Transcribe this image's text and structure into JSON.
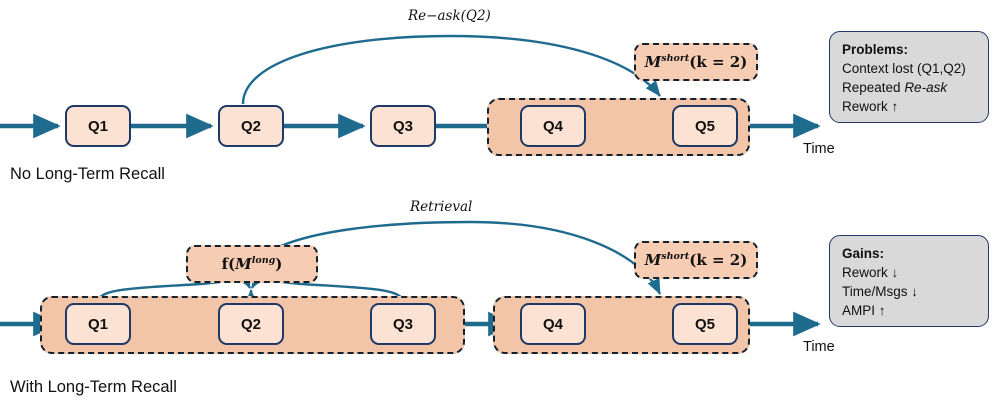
{
  "diagram": {
    "rows": [
      {
        "id": "no-recall",
        "caption": "No Long-Term Recall",
        "axis_label": "Time",
        "nodes": [
          {
            "id": "q1",
            "label": "Q1"
          },
          {
            "id": "q2",
            "label": "Q2"
          },
          {
            "id": "q3",
            "label": "Q3"
          },
          {
            "id": "q4",
            "label": "Q4"
          },
          {
            "id": "q5",
            "label": "Q5"
          }
        ],
        "edge_label": "Re−ask(Q2)",
        "memory_chip": {
          "base": "M",
          "sup": "short",
          "arg": "(k = 2)"
        },
        "panel": {
          "title": "Problems:",
          "lines": [
            {
              "text": "Context lost (Q1,Q2)",
              "italic_part": ""
            },
            {
              "text": "Repeated ",
              "italic_part": "Re-ask"
            },
            {
              "text": "Rework ↑",
              "italic_part": ""
            }
          ]
        }
      },
      {
        "id": "with-recall",
        "caption": "With Long-Term Recall",
        "axis_label": "Time",
        "nodes": [
          {
            "id": "q1",
            "label": "Q1"
          },
          {
            "id": "q2",
            "label": "Q2"
          },
          {
            "id": "q3",
            "label": "Q3"
          },
          {
            "id": "q4",
            "label": "Q4"
          },
          {
            "id": "q5",
            "label": "Q5"
          }
        ],
        "edge_label": "Retrieval",
        "long_memory_chip": {
          "prefix": "f(",
          "base": "M",
          "sup": "long",
          "suffix": ")"
        },
        "memory_chip": {
          "base": "M",
          "sup": "short",
          "arg": "(k = 2)"
        },
        "panel": {
          "title": "Gains:",
          "lines": [
            {
              "text": "Rework ↓",
              "italic_part": ""
            },
            {
              "text": "Time/Msgs ↓",
              "italic_part": ""
            },
            {
              "text": "AMPI ↑",
              "italic_part": ""
            }
          ]
        }
      }
    ],
    "colors": {
      "node_fill": "#FBE2D2",
      "node_border": "#1F3864",
      "band_fill": "#F3C5A8",
      "band_border": "#14202E",
      "chip_fill": "#F6CDB2",
      "panel_fill": "#D9D9D9",
      "panel_border": "#1F3864",
      "arrow": "#1F6B8E",
      "text": "#111111"
    }
  }
}
